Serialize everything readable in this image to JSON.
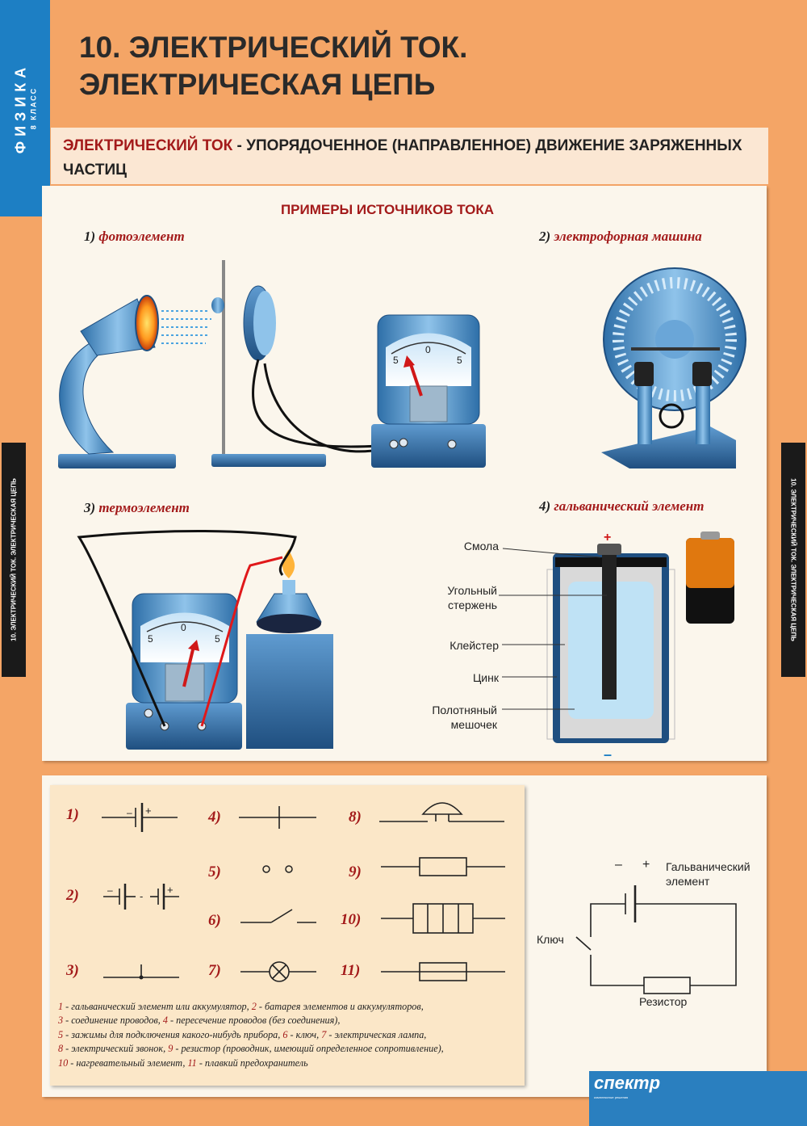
{
  "side": {
    "subject": "ФИЗИКА",
    "grade": "8 КЛАСС",
    "spine": "10. ЭЛЕКТРИЧЕСКИЙ ТОК. ЭЛЕКТРИЧЕСКАЯ ЦЕПЬ"
  },
  "title": {
    "line1": "10. ЭЛЕКТРИЧЕСКИЙ ТОК.",
    "line2": "ЭЛЕКТРИЧЕСКАЯ ЦЕПЬ"
  },
  "definition": {
    "term": "ЭЛЕКТРИЧЕСКИЙ ТОК",
    "text": " - УПОРЯДОЧЕННОЕ (НАПРАВЛЕННОЕ) ДВИЖЕНИЕ ЗАРЯЖЕННЫХ ЧАСТИЦ"
  },
  "examples": {
    "heading": "ПРИМЕРЫ ИСТОЧНИКОВ  ТОКА",
    "items": [
      {
        "num": "1)",
        "name": "фотоэлемент"
      },
      {
        "num": "2)",
        "name": "электрофорная машина"
      },
      {
        "num": "3)",
        "name": "термоэлемент"
      },
      {
        "num": "4)",
        "name": "гальванический элемент"
      }
    ]
  },
  "meter": {
    "scale_left": "5",
    "scale_mid": "0",
    "scale_right": "5"
  },
  "cell": {
    "plus": "+",
    "minus": "–",
    "labels": {
      "resin": "Смола",
      "carbon_1": "Угольный",
      "carbon_2": "стержень",
      "paste": "Клейстер",
      "zinc": "Цинк",
      "bag_1": "Полотняный",
      "bag_2": "мешочек"
    }
  },
  "symbols": {
    "numbers": [
      "1)",
      "2)",
      "3)",
      "4)",
      "5)",
      "6)",
      "7)",
      "8)",
      "9)",
      "10)",
      "11)"
    ],
    "cell_sign_minus": "–",
    "cell_sign_plus": "+",
    "battery_dash": "-"
  },
  "legend": [
    {
      "k1": "1",
      "t1": " - гальванический элемент или аккумулятор, ",
      "k2": "2",
      "t2": " - батарея элементов и аккумуляторов,"
    },
    {
      "k1": "3",
      "t1": " - соединение проводов, ",
      "k2": "4",
      "t2": " - пересечение проводов (без соединения),"
    },
    {
      "k1": "5",
      "t1": " - зажимы для подключения какого-нибудь прибора, ",
      "k2": "6",
      "t2": " - ключ, ",
      "k3": "7",
      "t3": " - электрическая лампа,"
    },
    {
      "k1": "8",
      "t1": " - электрический звонок, ",
      "k2": "9",
      "t2": " - резистор (проводник, имеющий определенное сопротивление),"
    },
    {
      "k1": "10",
      "t1": " - нагревательный элемент, ",
      "k2": "11",
      "t2": " - плавкий предохранитель"
    }
  ],
  "circuit": {
    "minus": "–",
    "plus": "+",
    "cell_1": "Гальванический",
    "cell_2": "элемент",
    "key": "Ключ",
    "resistor": "Резистор"
  },
  "publisher": {
    "logo": "спектр",
    "tagline": "комплексные решения"
  },
  "colors": {
    "accent_red": "#a31a1a",
    "side_blue": "#1d7fc4",
    "background_orange": "#f4a566",
    "panel": "#fbf6ec"
  }
}
